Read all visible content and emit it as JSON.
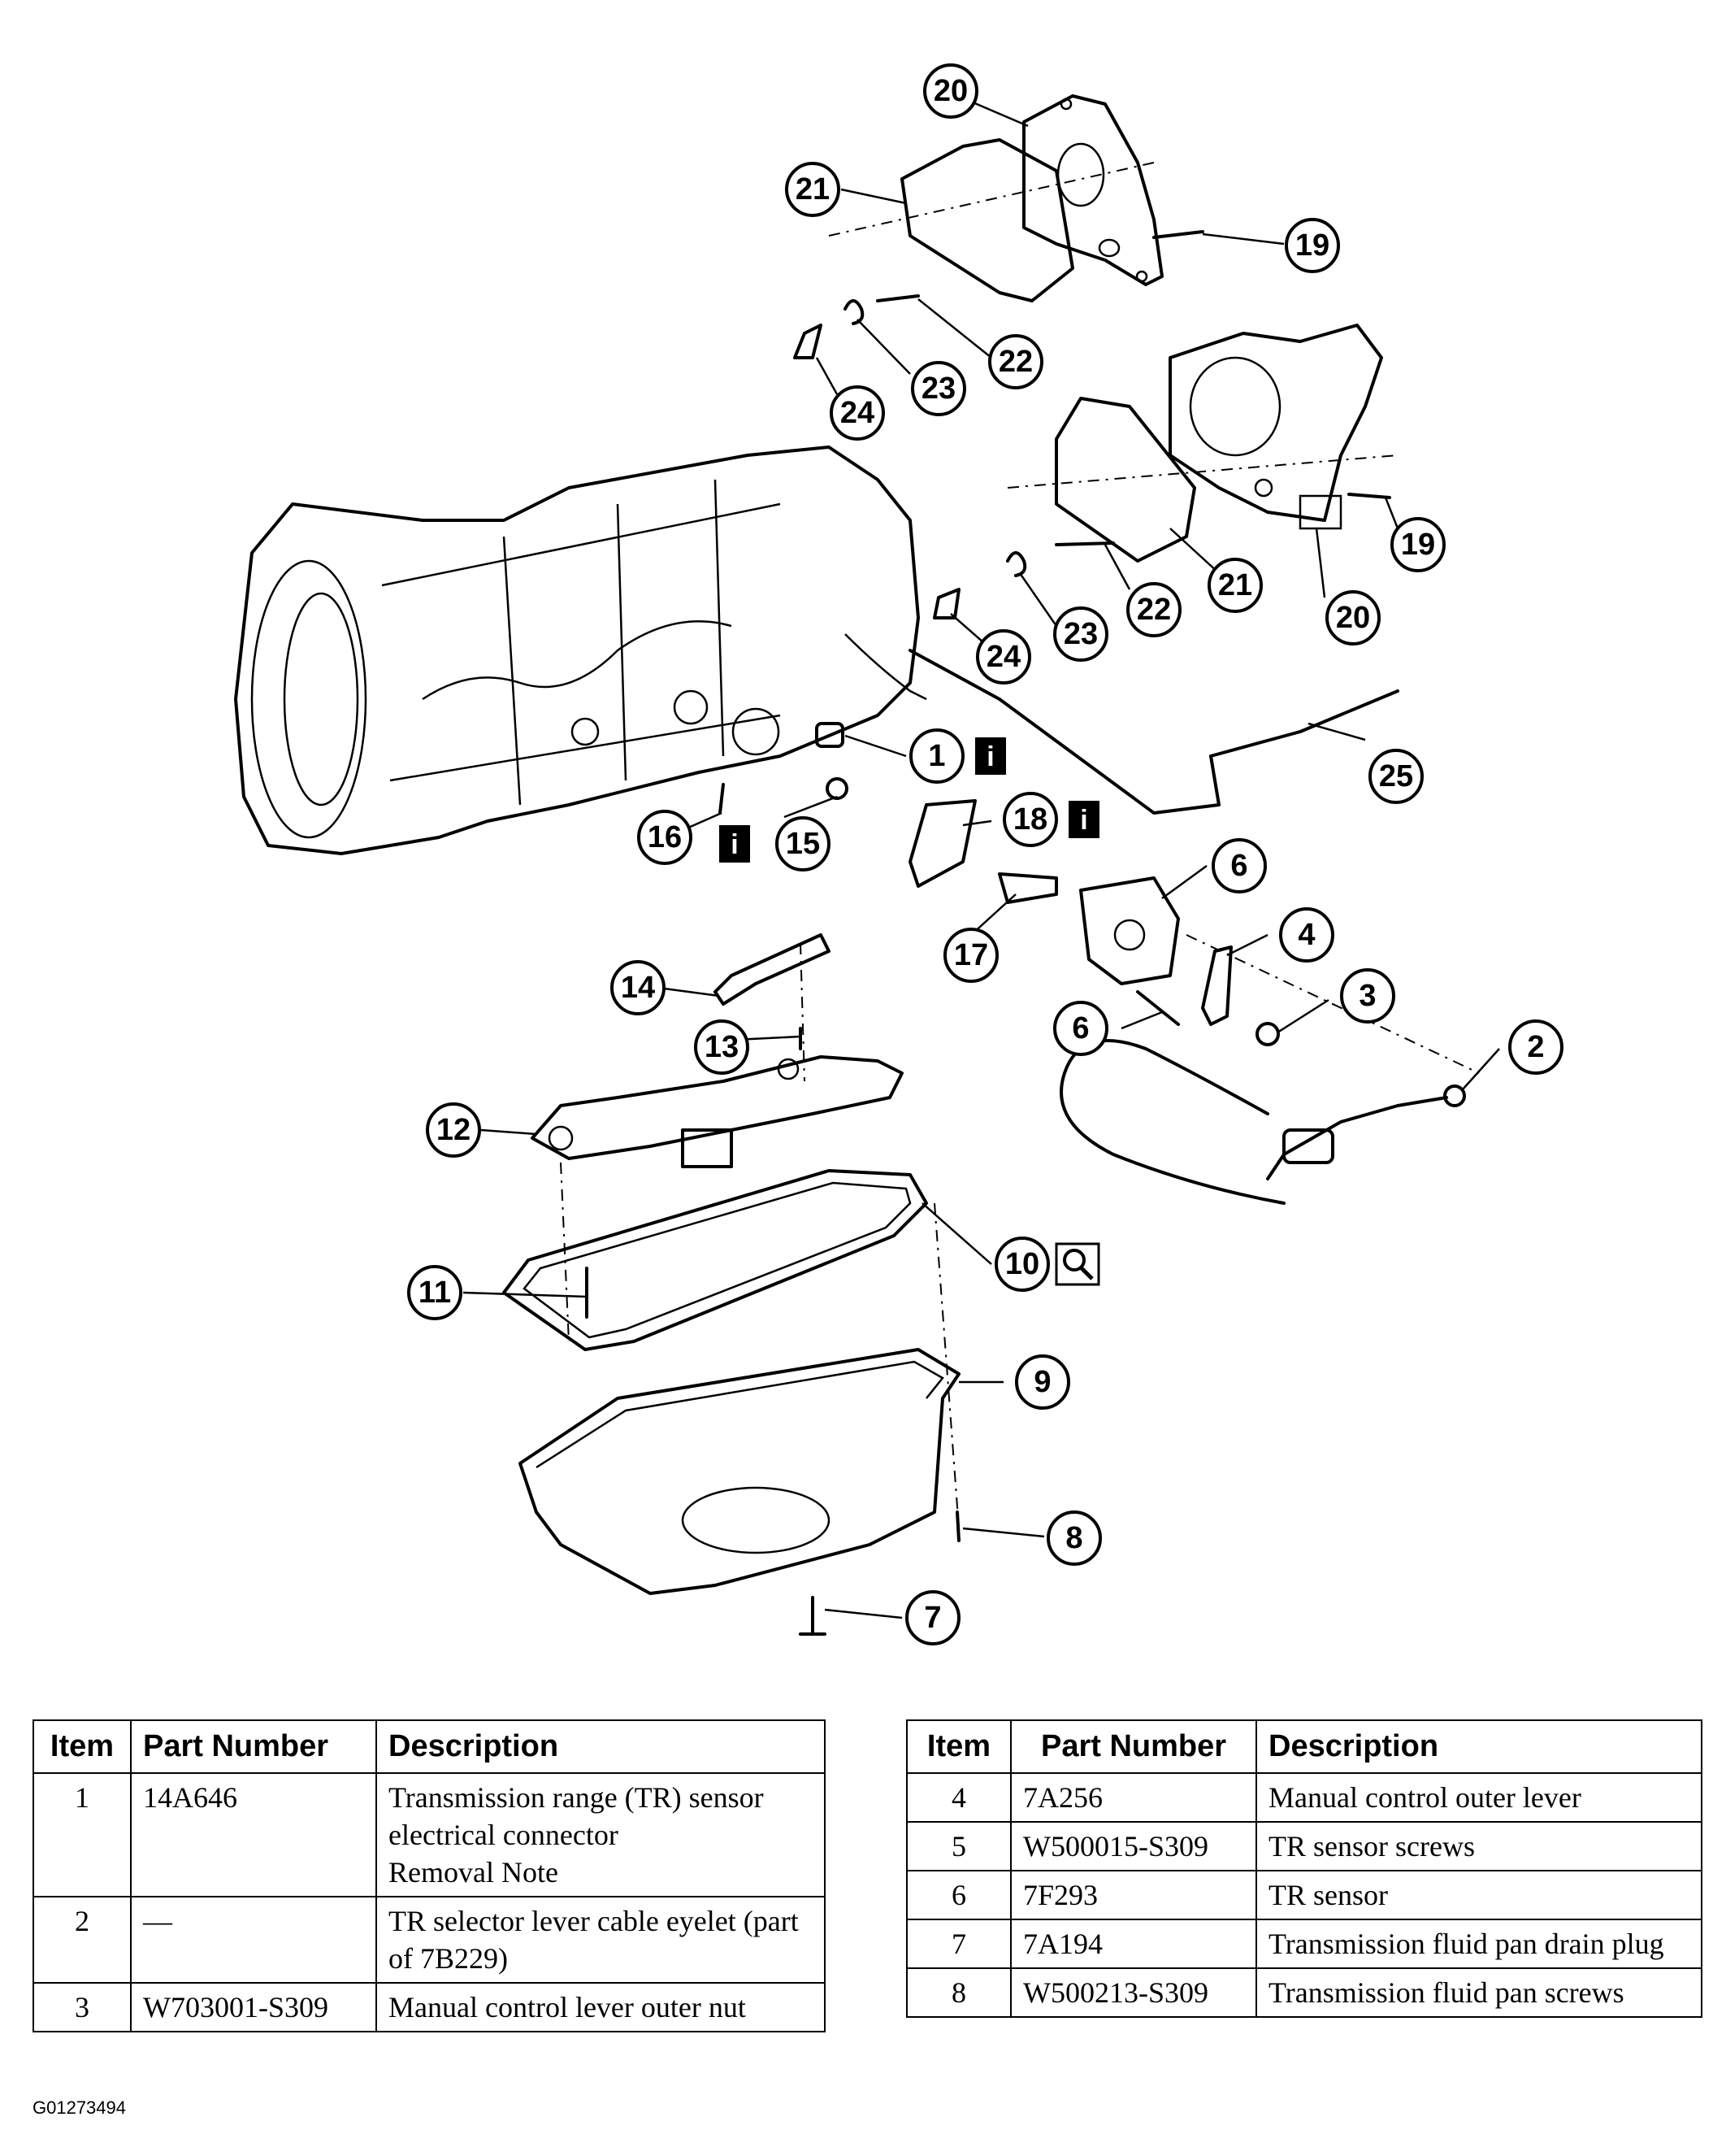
{
  "figure_id": "G01273494",
  "callouts": [
    {
      "n": "20"
    },
    {
      "n": "21"
    },
    {
      "n": "19"
    },
    {
      "n": "22"
    },
    {
      "n": "23"
    },
    {
      "n": "24"
    },
    {
      "n": "19"
    },
    {
      "n": "21"
    },
    {
      "n": "22"
    },
    {
      "n": "23"
    },
    {
      "n": "24"
    },
    {
      "n": "20"
    },
    {
      "n": "25"
    },
    {
      "n": "1"
    },
    {
      "n": "18"
    },
    {
      "n": "16"
    },
    {
      "n": "15"
    },
    {
      "n": "6"
    },
    {
      "n": "17"
    },
    {
      "n": "4"
    },
    {
      "n": "3"
    },
    {
      "n": "6"
    },
    {
      "n": "14"
    },
    {
      "n": "13"
    },
    {
      "n": "2"
    },
    {
      "n": "12"
    },
    {
      "n": "10"
    },
    {
      "n": "11"
    },
    {
      "n": "9"
    },
    {
      "n": "8"
    },
    {
      "n": "7"
    }
  ],
  "info_badges": [
    {
      "label": "i"
    },
    {
      "label": "i"
    },
    {
      "label": "i"
    }
  ],
  "tables": {
    "left": {
      "headers": [
        "Item",
        "Part Number",
        "Description"
      ],
      "rows": [
        {
          "item": "1",
          "part": "14A646",
          "desc": "Transmission range (TR) sensor electrical connector",
          "note": "Removal Note"
        },
        {
          "item": "2",
          "part": "—",
          "desc": "TR selector lever cable eyelet (part of 7B229)",
          "note": ""
        },
        {
          "item": "3",
          "part": "W703001-S309",
          "desc": "Manual control lever outer nut",
          "note": ""
        }
      ]
    },
    "right": {
      "headers": [
        "Item",
        "Part Number",
        "Description"
      ],
      "rows": [
        {
          "item": "4",
          "part": "7A256",
          "desc": "Manual control outer lever",
          "note": ""
        },
        {
          "item": "5",
          "part": "W500015-S309",
          "desc": "TR sensor screws",
          "note": ""
        },
        {
          "item": "6",
          "part": "7F293",
          "desc": "TR sensor",
          "note": ""
        },
        {
          "item": "7",
          "part": "7A194",
          "desc": "Transmission fluid pan drain plug",
          "note": ""
        },
        {
          "item": "8",
          "part": "W500213-S309",
          "desc": "Transmission fluid pan screws",
          "note": ""
        }
      ]
    }
  }
}
